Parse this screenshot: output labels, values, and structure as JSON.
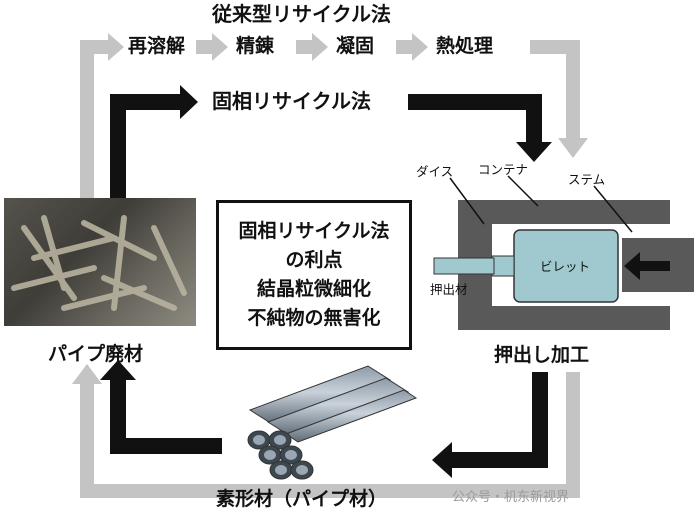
{
  "conventional": {
    "title": "従来型リサイクル法",
    "steps": [
      "再溶解",
      "精錬",
      "凝固",
      "熱処理"
    ]
  },
  "solid_state": {
    "title": "固相リサイクル法"
  },
  "advantages": {
    "lines": [
      "固相リサイクル法",
      "の利点",
      "結晶粒微細化",
      "不純物の無害化"
    ]
  },
  "nodes": {
    "scrap": "パイプ廃材",
    "extrusion": "押出し加工",
    "product": "素形材（パイプ材）"
  },
  "extruder": {
    "die": "ダイス",
    "container": "コンテナ",
    "stem": "ステム",
    "billet": "ビレット",
    "extrudate": "押出材"
  },
  "watermark": "公众号・机东新视界",
  "colors": {
    "solid_arrow": "#111111",
    "conventional_arrow": "#c4c4c4",
    "billet": "#9fc9cf",
    "press": "#595959"
  }
}
